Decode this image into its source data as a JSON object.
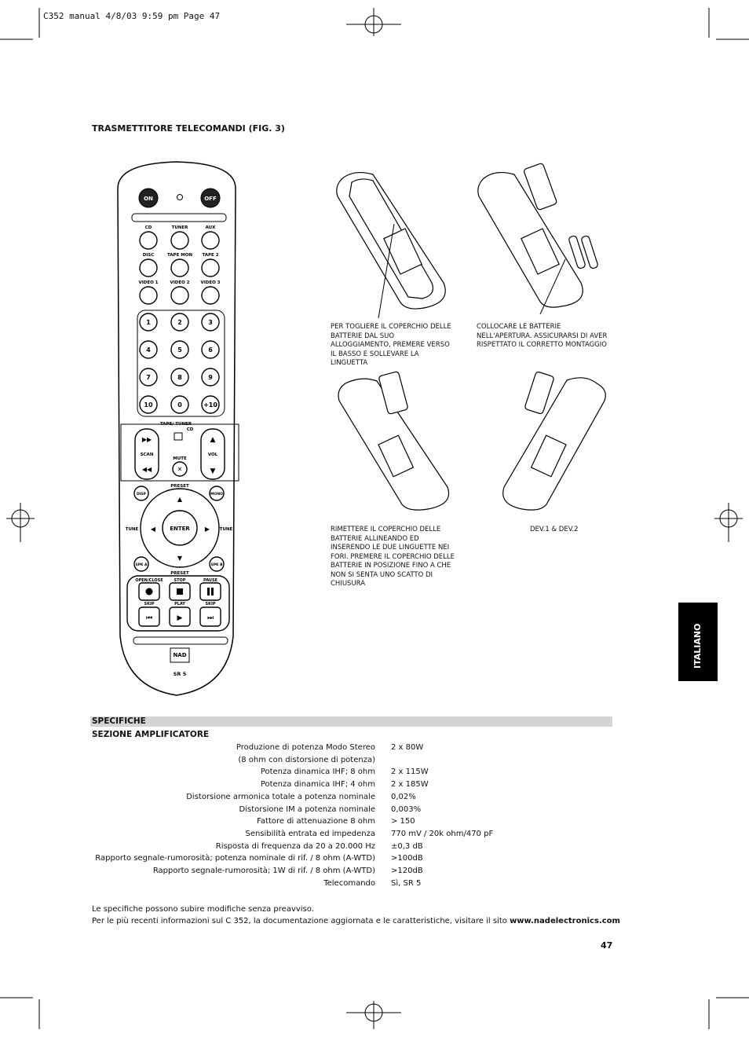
{
  "header": {
    "printer_line": "C352 manual  4/8/03  9:59 pm  Page 47"
  },
  "section_title": "TRASMETTITORE TELECOMANDI (FIG. 3)",
  "remote": {
    "on": "ON",
    "off": "OFF",
    "source_row1": [
      "CD",
      "TUNER",
      "AUX"
    ],
    "source_row2": [
      "DISC",
      "TAPE MON",
      "TAPE 2"
    ],
    "source_row3": [
      "VIDEO 1",
      "VIDEO 2",
      "VIDEO 3"
    ],
    "digits": [
      "1",
      "2",
      "3",
      "4",
      "5",
      "6",
      "7",
      "8",
      "9",
      "10",
      "0",
      "+10"
    ],
    "tape_tuner": "TAPE/ TUNER",
    "cd": "CD",
    "scan": "SCAN",
    "mute": "MUTE",
    "vol": "VOL",
    "preset": "PRESET",
    "disp": "DISP",
    "mono": "MONO",
    "tune": "TUNE",
    "enter": "ENTER",
    "spk_a": "SPK A",
    "spk_b": "SPK B",
    "transport_top": [
      "OPEN/CLOSE",
      "STOP",
      "PAUSE"
    ],
    "transport_bottom": [
      "SKIP",
      "PLAY",
      "SKIP"
    ],
    "brand": "NAD",
    "model": "SR 5"
  },
  "captions": {
    "c1": "PER TOGLIERE IL COPERCHIO DELLE BATTERIE DAL SUO ALLOGGIAMENTO, PREMERE VERSO IL BASSO E SOLLEVARE LA LINGUETTA",
    "c2": "COLLOCARE LE BATTERIE NELL'APERTURA. ASSICURARSI DI AVER RISPETTATO IL CORRETTO MONTAGGIO",
    "c3": "RIMETTERE IL COPERCHIO DELLE BATTERIE ALLINEANDO ED INSERENDO LE DUE LINGUETTE NEI FORI. PREMERE IL COPERCHIO DELLE BATTERIE IN POSIZIONE FINO A CHE NON SI SENTA UNO SCATTO DI CHIUSURA",
    "c4": "DEV.1 & DEV.2"
  },
  "specs": {
    "title": "SPECIFICHE",
    "subtitle": "SEZIONE AMPLIFICATORE",
    "rows": [
      {
        "label": "Produzione di potenza Modo Stereo",
        "value": "2 x 80W"
      },
      {
        "label": "(8 ohm con distorsione di potenza)",
        "value": ""
      },
      {
        "label": "Potenza dinamica IHF; 8 ohm",
        "value": "2 x 115W"
      },
      {
        "label": "Potenza dinamica IHF; 4 ohm",
        "value": "2 x 185W"
      },
      {
        "label": "Distorsione armonica totale a potenza nominale",
        "value": "0,02%"
      },
      {
        "label": "Distorsione IM a potenza nominale",
        "value": "0,003%"
      },
      {
        "label": "Fattore di attenuazione 8 ohm",
        "value": "> 150"
      },
      {
        "label": "Sensibilità entrata ed impedenza",
        "value": "770 mV / 20k ohm/470 pF"
      },
      {
        "label": "Risposta di frequenza  da 20 a 20.000 Hz",
        "value": "±0,3 dB"
      },
      {
        "label": "Rapporto segnale-rumorosità; potenza nominale di rif. / 8 ohm (A-WTD)",
        "value": ">100dB"
      },
      {
        "label": "Rapporto segnale-rumorosità; 1W di rif. / 8 ohm (A-WTD)",
        "value": ">120dB"
      },
      {
        "label": "Telecomando",
        "value": "Sì, SR 5"
      }
    ]
  },
  "footnotes": {
    "line1": "Le specifiche possono subire modifiche senza preavviso.",
    "line2": "Per le più recenti informazioni sul C 352, la documentazione aggiornata e le caratteristiche, visitare il sito ",
    "url": "www.nadelectronics.com"
  },
  "language_tab": "ITALIANO",
  "page_number": "47"
}
